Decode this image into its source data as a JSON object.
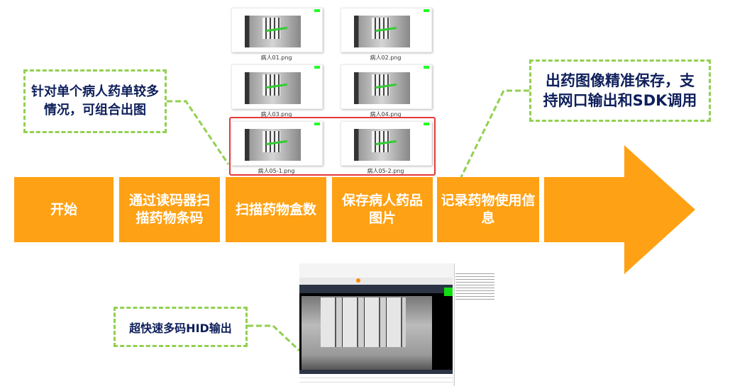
{
  "steps": [
    {
      "label": "开始"
    },
    {
      "label": "通过读码器扫描药物条码"
    },
    {
      "label": "扫描药物盒数"
    },
    {
      "label": "保存病人药品图片"
    },
    {
      "label": "记录药物使用信息"
    }
  ],
  "callouts": {
    "combine": "针对单个病人药单较多情况，可组合出图",
    "save": "出药图像精准保存，支持网口输出和SDK调用",
    "hid": "超快速多码HID输出"
  },
  "thumbnails": [
    {
      "filename": "病人01.png"
    },
    {
      "filename": "病人02.png"
    },
    {
      "filename": "病人03.png"
    },
    {
      "filename": "病人04.png"
    },
    {
      "filename": "病人05-1.png"
    },
    {
      "filename": "病人05-2.png"
    }
  ],
  "colors": {
    "step": "#FFA114",
    "callout_border": "#92D050",
    "callout_text": "#0E1F5B",
    "highlight": "#E53935"
  }
}
